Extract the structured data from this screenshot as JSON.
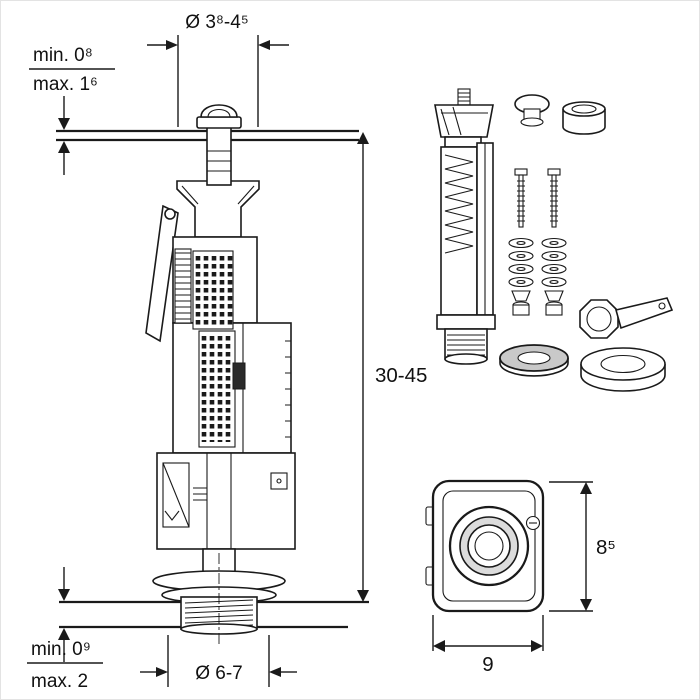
{
  "drawing": {
    "dim_top_diameter": "Ø 3⁸-4⁵",
    "dim_top_min": "min. 0⁸",
    "dim_top_max": "max. 1⁶",
    "dim_height": "30-45",
    "dim_bottom_min": "min. 0⁹",
    "dim_bottom_max": "max. 2",
    "dim_bottom_diameter": "Ø 6-7",
    "dim_base_height": "8⁵",
    "dim_base_width": "9"
  },
  "colors": {
    "line": "#1a1a1a",
    "background": "#ffffff",
    "shading": "#c9c9c9"
  }
}
